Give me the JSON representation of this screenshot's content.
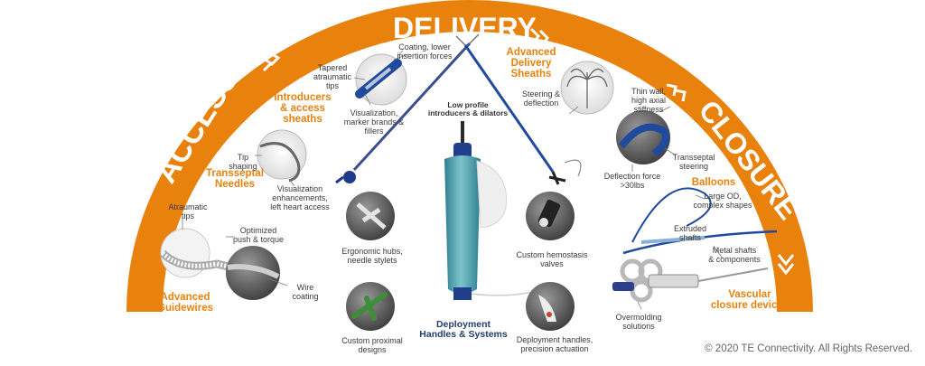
{
  "arc": {
    "access": "ACCESS",
    "delivery": "DELIVERY",
    "closure": "CLOSURE"
  },
  "headings": {
    "introducers": "Introducers\n& access\nsheaths",
    "transseptal": "Transseptal\nNeedles",
    "guidewires": "Advanced\nGuidewires",
    "delivery_sheaths": "Advanced\nDelivery\nSheaths",
    "balloons": "Balloons",
    "vascular": "Vascular\nclosure devices",
    "deployment": "Deployment\nHandles & Systems",
    "low_profile": "Low profile\nintroducers & dilators"
  },
  "callouts": {
    "coating_lower": "Coating, lower\ninsertion forces",
    "tapered_tips": "Tapered\natraumatic\ntips",
    "visualization_marker": "Visualization,\nmarker brands &\nfillers",
    "tip_shaping": "Tip\nshaping",
    "visualization_enh": "Visualization\nenhancements,\nleft heart access",
    "atraumatic_tips": "Atraumatic\ntips",
    "optimized_push": "Optimized\npush & torque",
    "wire_coating": "Wire\ncoating",
    "ergonomic": "Ergonomic hubs,\nneedle stylets",
    "custom_proximal": "Custom proximal\ndesigns",
    "custom_hemostasis": "Custom hemostasis\nvalves",
    "deployment_handles": "Deployment handles,\nprecision actuation",
    "steering": "Steering &\ndeflection",
    "thin_wall": "Thin wall,\nhigh axial\nstiffness",
    "deflection_force": "Deflection force\n>30lbs",
    "transseptal_steering": "Transseptal\nsteering",
    "large_od": "Large OD,\ncomplex shapes",
    "extruded": "Extruded\nshafts",
    "metal_shafts": "Metal shafts\n& components",
    "overmolding": "Overmolding\nsolutions"
  },
  "copyright": "© 2020 TE Connectivity. All Rights Reserved.",
  "colors": {
    "arc_orange": "#e8820c",
    "heading_orange": "#e8820c",
    "device_blue": "#1f4a9e",
    "handle_teal": "#4fa3b0",
    "text_gray": "#3a3a3a"
  }
}
